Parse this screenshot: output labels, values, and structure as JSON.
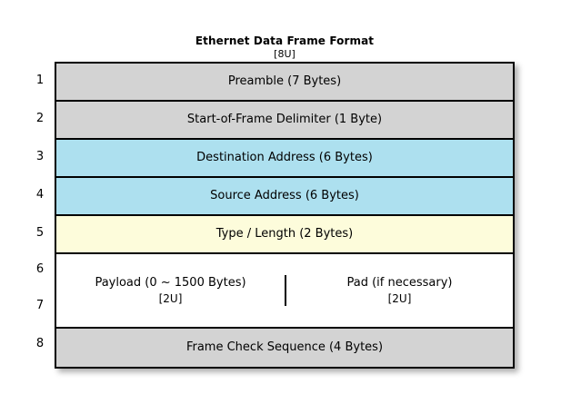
{
  "diagram": {
    "title": "Ethernet Data Frame Format",
    "title_tag": "[8U]",
    "row_numbers": [
      "1",
      "2",
      "3",
      "4",
      "5",
      "6",
      "7",
      "8"
    ],
    "colors": {
      "gray": "#d3d3d3",
      "blue": "#ade0ef",
      "yellow": "#fdfcdb",
      "white": "#ffffff",
      "border": "#000000",
      "background": "#ffffff"
    },
    "rows": [
      {
        "number": "1",
        "label": "Preamble (7 Bytes)",
        "fill": "gray"
      },
      {
        "number": "2",
        "label": "Start-of-Frame Delimiter (1 Byte)",
        "fill": "gray"
      },
      {
        "number": "3",
        "label": "Destination Address (6 Bytes)",
        "fill": "blue"
      },
      {
        "number": "4",
        "label": "Source Address (6 Bytes)",
        "fill": "blue"
      },
      {
        "number": "5",
        "label": "Type / Length (2 Bytes)",
        "fill": "yellow"
      },
      {
        "numbers": [
          "6",
          "7"
        ],
        "fill": "white",
        "split": true,
        "left": {
          "label": "Payload (0 ~ 1500 Bytes)",
          "tag": "[2U]"
        },
        "right": {
          "label": "Pad (if necessary)",
          "tag": "[2U]"
        }
      },
      {
        "number": "8",
        "label": "Frame Check Sequence (4 Bytes)",
        "fill": "gray"
      }
    ]
  }
}
